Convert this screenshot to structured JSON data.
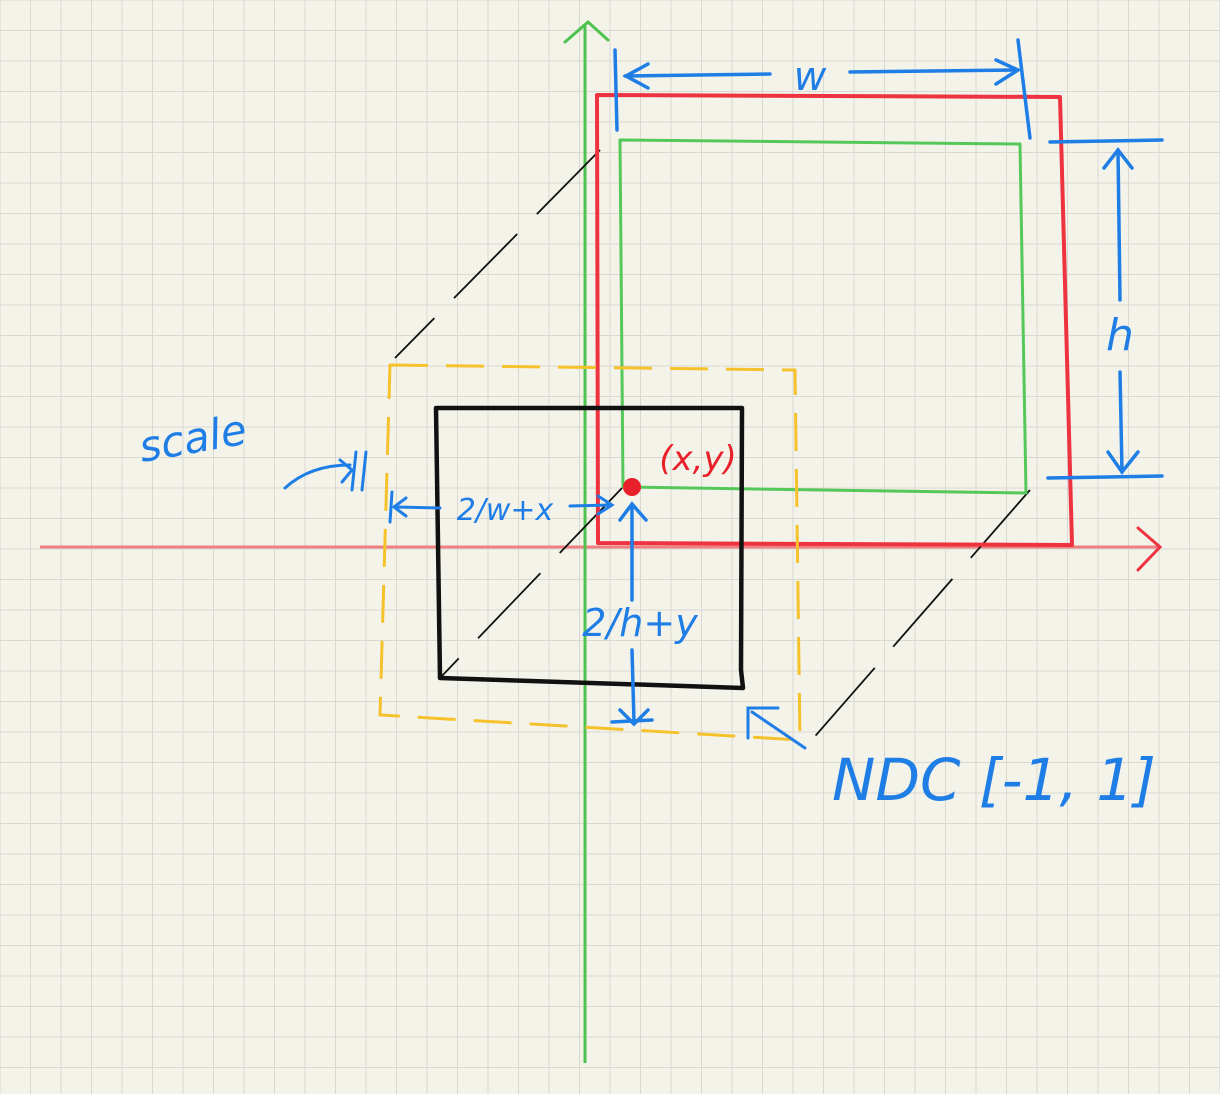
{
  "labels": {
    "width": "w",
    "height": "h",
    "scale": "scale",
    "point": "(x,y)",
    "x_offset": "2/w+x",
    "y_offset": "2/h+y",
    "ndc": "NDC [-1, 1]"
  },
  "colors": {
    "background": "#f4f3ea",
    "grid": "#d9d9d2",
    "x_axis": "#f08080",
    "y_axis": "#4ec24e",
    "viewport_outer": "#ee3340",
    "viewport_inner": "#55c85a",
    "ndc_box": "#111111",
    "scaled_box": "#f5c22c",
    "annotation": "#1f7ee6",
    "point": "#e8202a"
  }
}
